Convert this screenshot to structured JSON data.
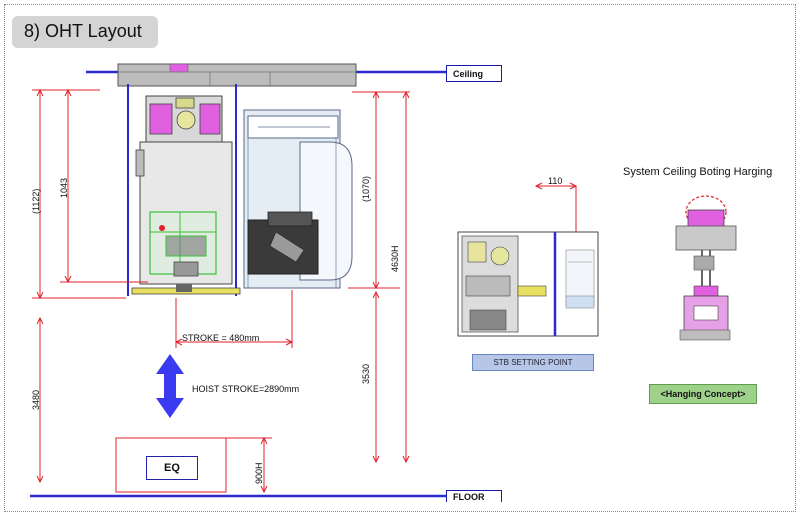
{
  "title": "8) OHT Layout",
  "labels": {
    "ceiling": "Ceiling",
    "floor": "FLOOR",
    "stroke": "STROKE = 480mm",
    "hoist_stroke": "HOIST STROKE=2890mm",
    "eq": "EQ",
    "stb_setting_point": "STB SETTING POINT",
    "stb_offset": "110",
    "hanging_title": "System Ceiling Boting Harging",
    "hanging_concept": "<Hanging Concept>"
  },
  "dimensions": {
    "d1122": "(1122)",
    "d1043": "1043",
    "d1070": "(1070)",
    "d4630": "4630H",
    "d3480": "3480",
    "d3530": "3530",
    "d900": "900H"
  },
  "colors": {
    "rail_blue": "#2a2ad0",
    "dim_red": "#e0202a",
    "hoist_arrow": "#3a3af0",
    "magenta": "#e060e0",
    "gripper_green": "#39c239"
  }
}
